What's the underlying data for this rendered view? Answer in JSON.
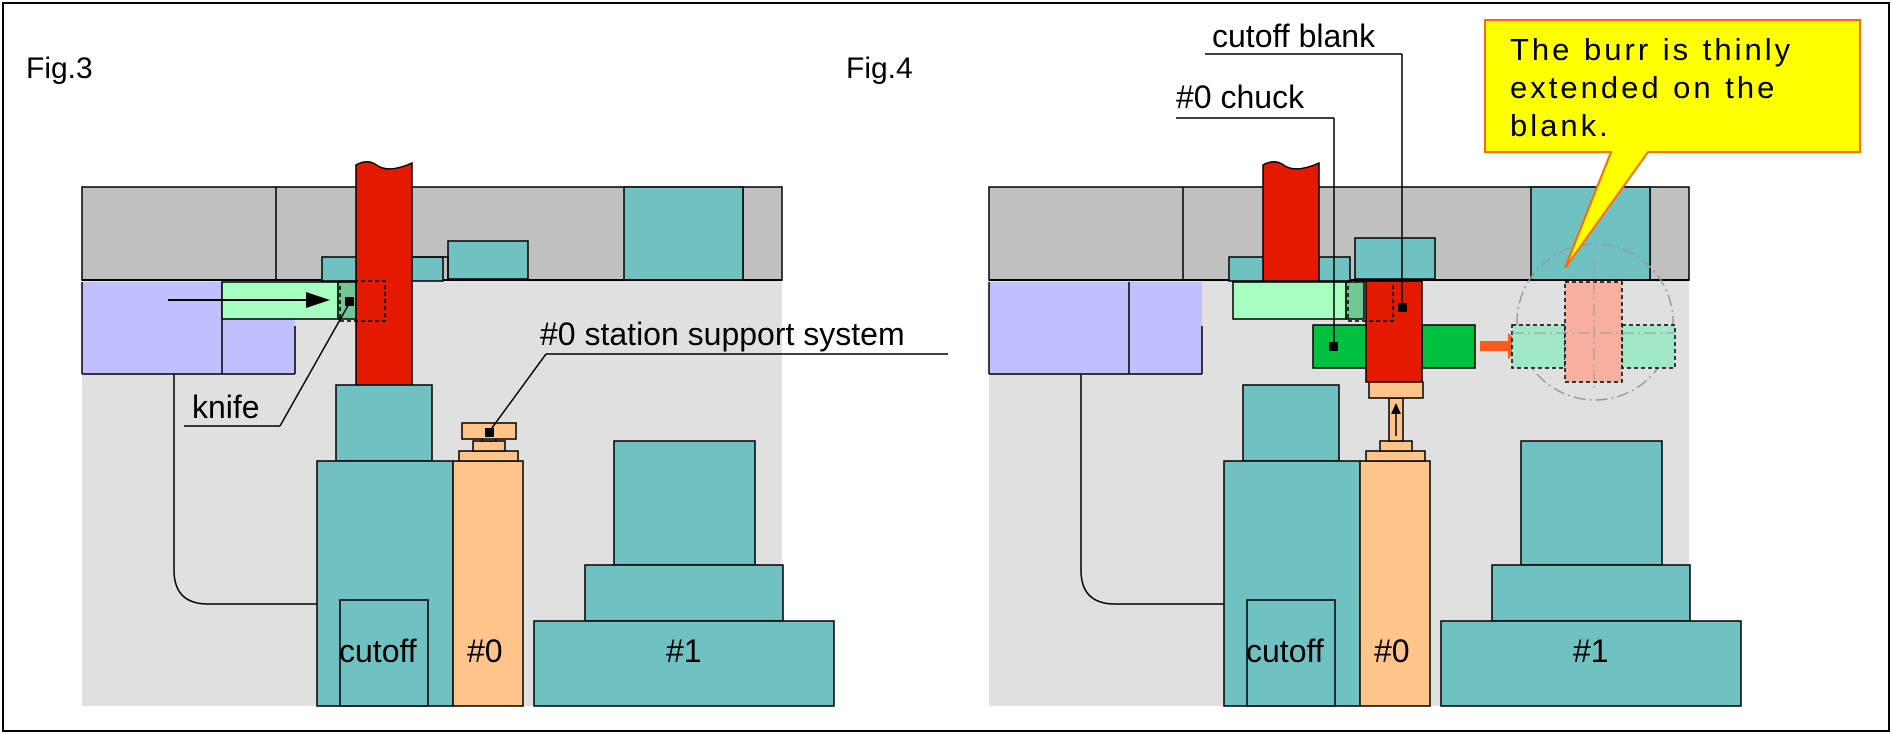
{
  "figures": {
    "left": {
      "title": "Fig.3",
      "labels": {
        "knife": "knife",
        "support": "#0 station support system",
        "cutoff": "cutoff",
        "station0": "#0",
        "station1": "#1"
      }
    },
    "right": {
      "title": "Fig.4",
      "labels": {
        "cutoff_blank": "cutoff blank",
        "chuck": "#0 chuck",
        "cutoff": "cutoff",
        "station0": "#0",
        "station1": "#1"
      },
      "callout": {
        "lines": [
          "The burr is thinly",
          "extended on the",
          "blank."
        ]
      }
    }
  },
  "colors": {
    "frame_gray": "#c0c0c0",
    "bg_light": "#e0e0e0",
    "teal": "#70c2c2",
    "red": "#e31a00",
    "purple": "#c0c0ff",
    "light_green": "#a6ffc0",
    "green": "#00c040",
    "mint": "#a0e8c8",
    "peach": "#ffc48a",
    "pink": "#f7b0a0",
    "orange_arrow": "#ff5a1a",
    "callout_yellow": "#ffff00",
    "callout_border": "#ff6a00"
  }
}
